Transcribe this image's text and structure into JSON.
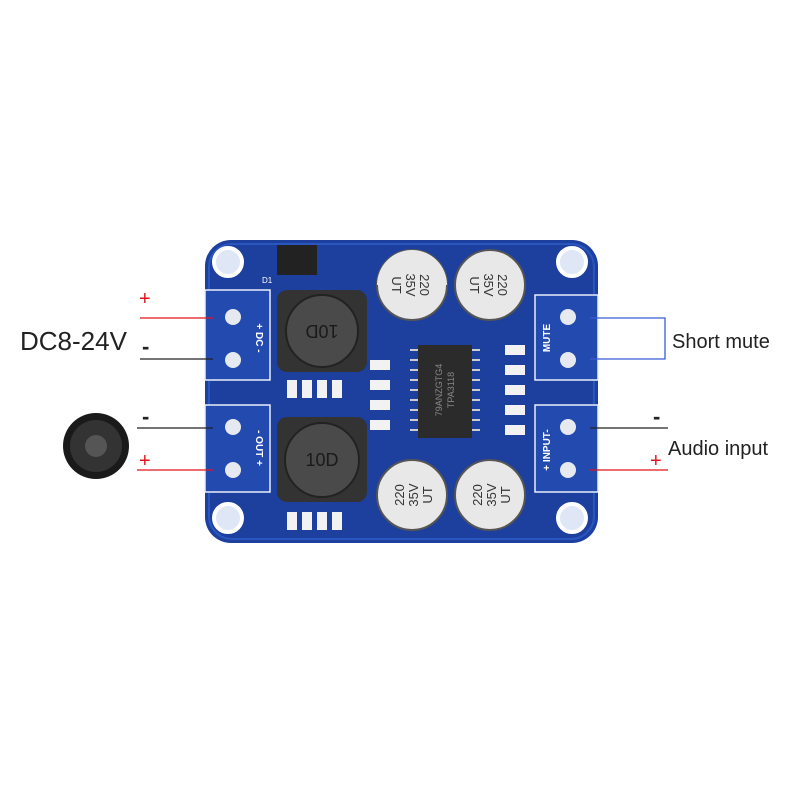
{
  "annotations": {
    "power_label": "DC8-24V",
    "power_plus": "+",
    "power_minus": "-",
    "speaker_minus": "-",
    "speaker_plus": "+",
    "mute_label": "Short mute",
    "audio_label": "Audio input",
    "audio_minus": "-",
    "audio_plus": "+"
  },
  "board": {
    "dc_label": "+ DC -",
    "out_label": "- OUT +",
    "mute_label": "MUTE",
    "input_label": "+ INPUT-",
    "chip_line1": "79ANZGTG4",
    "chip_line2": "TPA3118",
    "cap_value": "220",
    "cap_voltage": "35V",
    "cap_series": "UT",
    "inductor_label": "10D",
    "diode_label": "D1"
  },
  "colors": {
    "board": "#1a3f9c",
    "plus_line": "#e0151b",
    "minus_line": "#222222",
    "mute_bracket": "#3b5bd9"
  }
}
